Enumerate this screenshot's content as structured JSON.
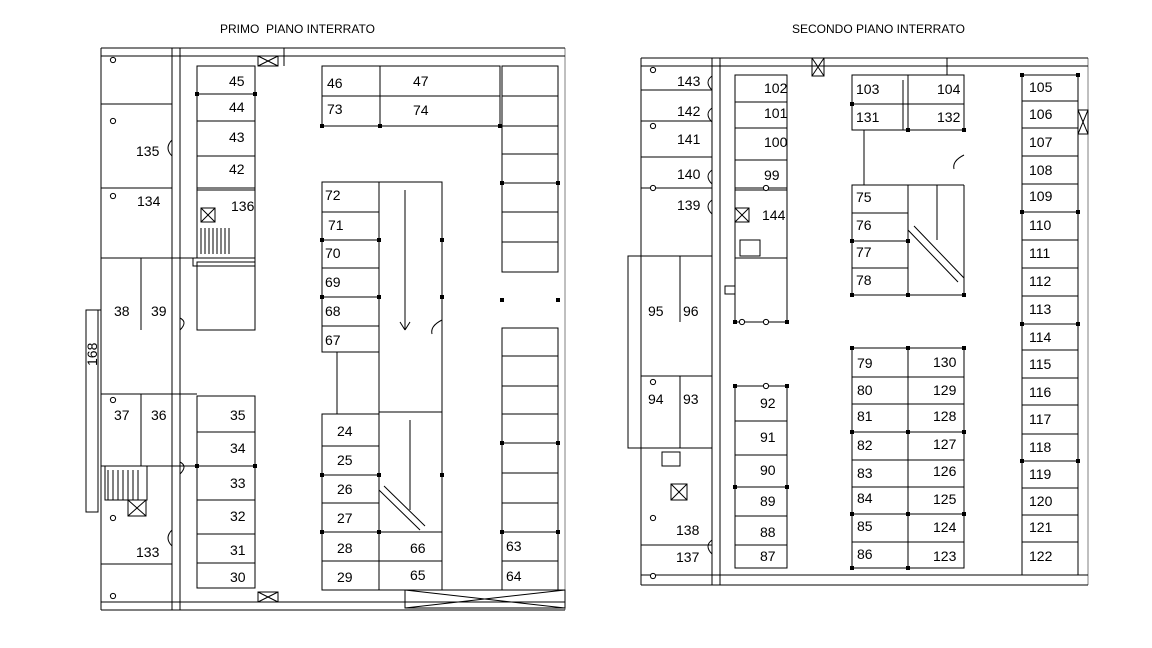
{
  "titles": {
    "primo": "PRIMO  PIANO INTERRATO",
    "secondo": "SECONDO PIANO INTERRATO"
  },
  "primo": {
    "spaces": [
      "45",
      "44",
      "43",
      "42",
      "46",
      "47",
      "73",
      "74",
      "135",
      "134",
      "136",
      "72",
      "71",
      "70",
      "69",
      "68",
      "67",
      "38",
      "39",
      "168",
      "37",
      "36",
      "35",
      "34",
      "33",
      "32",
      "31",
      "30",
      "24",
      "25",
      "26",
      "27",
      "28",
      "29",
      "66",
      "65",
      "63",
      "64",
      "133"
    ]
  },
  "secondo": {
    "spaces": [
      "143",
      "142",
      "141",
      "140",
      "139",
      "102",
      "101",
      "100",
      "99",
      "144",
      "103",
      "104",
      "131",
      "132",
      "105",
      "106",
      "107",
      "108",
      "109",
      "110",
      "111",
      "112",
      "113",
      "114",
      "115",
      "116",
      "117",
      "118",
      "119",
      "120",
      "121",
      "122",
      "75",
      "76",
      "77",
      "78",
      "95",
      "96",
      "94",
      "93",
      "92",
      "91",
      "90",
      "89",
      "88",
      "87",
      "138",
      "137",
      "79",
      "80",
      "81",
      "82",
      "83",
      "84",
      "85",
      "86",
      "130",
      "129",
      "128",
      "127",
      "126",
      "125",
      "124",
      "123"
    ]
  }
}
